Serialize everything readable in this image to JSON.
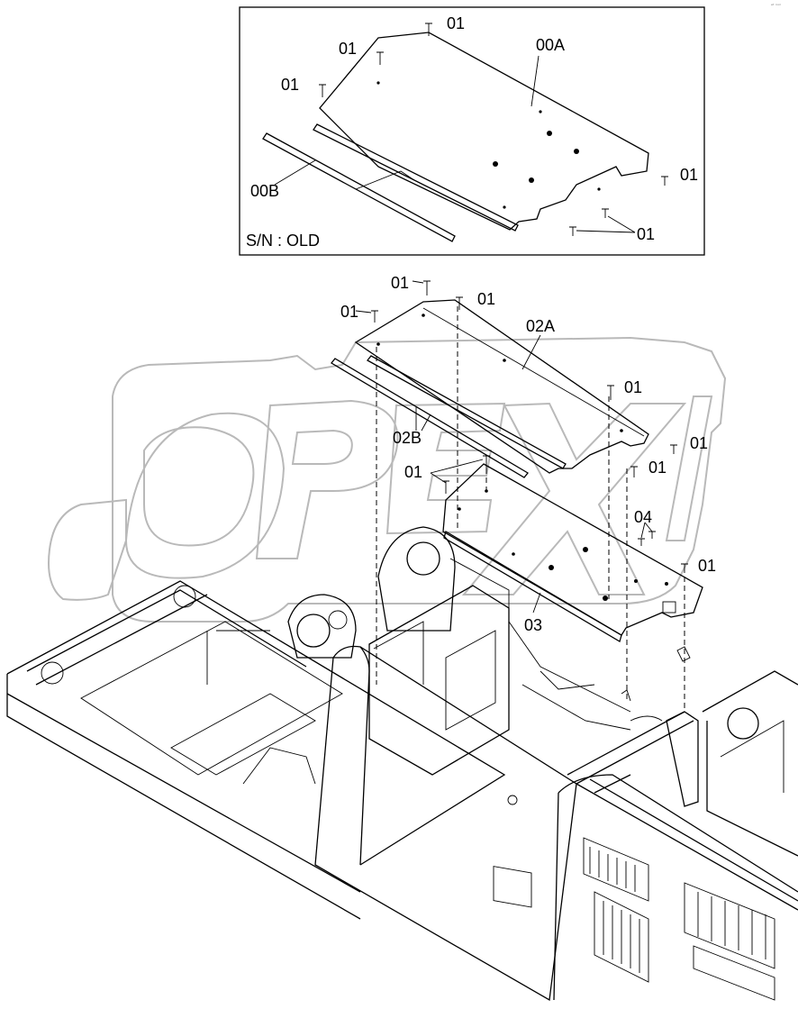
{
  "inset": {
    "serial_note": "S/N : OLD"
  },
  "callouts": {
    "c01": "01",
    "c00A": "00A",
    "c00B": "00B",
    "c02A": "02A",
    "c02B": "02B",
    "c03": "03",
    "c04": "04"
  },
  "watermark": {
    "text": "OPEX"
  },
  "corner_mark": "ᵉᵗ ⁿᵒⁿ"
}
